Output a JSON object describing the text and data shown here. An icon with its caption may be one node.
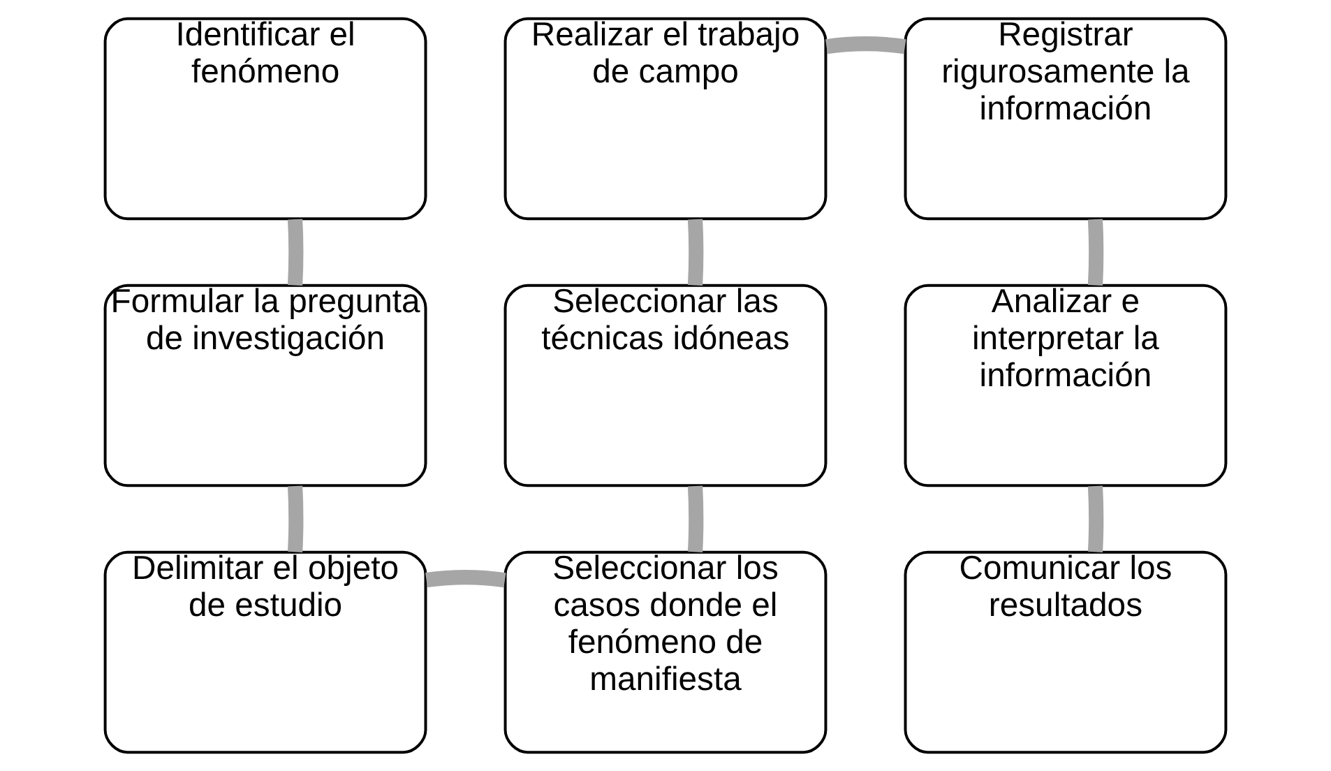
{
  "diagram": {
    "nodes": [
      {
        "text": [
          "Identificar el fenómeno"
        ]
      },
      {
        "text": [
          "Formular la pregunta de investigación"
        ]
      },
      {
        "text": [
          "Delimitar el objeto de estudio"
        ]
      },
      {
        "text": [
          "Seleccionar los casos donde el fenómeno de manifiesta"
        ]
      },
      {
        "text": [
          "Seleccionar las técnicas idóneas"
        ]
      },
      {
        "text": [
          "Realizar el trabajo de campo"
        ]
      },
      {
        "text": [
          "Registrar rigurosamente la información"
        ]
      },
      {
        "text": [
          "Analizar e interpretar la información"
        ]
      },
      {
        "text": [
          "Comunicar los resultados"
        ]
      }
    ],
    "edges": [
      {
        "from": 0,
        "to": 1,
        "arrow": "none"
      },
      {
        "from": 1,
        "to": 2,
        "arrow": "none"
      },
      {
        "from": 2,
        "to": 3,
        "arrow": "none"
      },
      {
        "from": 3,
        "to": 4,
        "arrow": "none"
      },
      {
        "from": 4,
        "to": 5,
        "arrow": "none"
      },
      {
        "from": 5,
        "to": 6,
        "arrow": "none"
      },
      {
        "from": 6,
        "to": 7,
        "arrow": "none"
      },
      {
        "from": 7,
        "to": 8,
        "arrow": "none"
      }
    ]
  }
}
